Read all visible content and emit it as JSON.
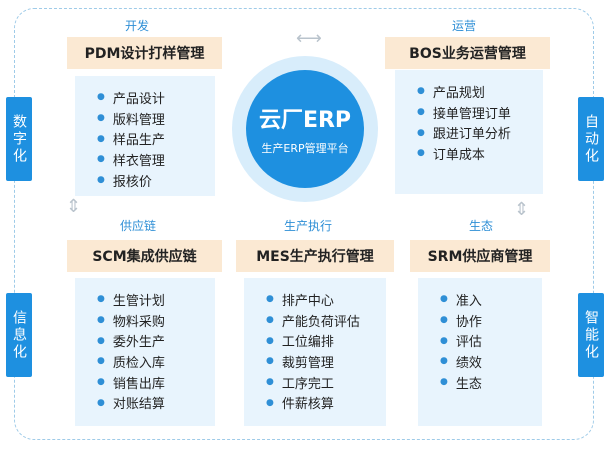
{
  "center": {
    "title": "云厂ERP",
    "subtitle": "生产ERP管理平台"
  },
  "side_labels": {
    "left_top": "数字化",
    "left_bottom": "信息化",
    "right_top": "自动化",
    "right_bottom": "智能化"
  },
  "modules": {
    "pdm": {
      "category": "开发",
      "title": "PDM设计打样管理",
      "items": [
        "产品设计",
        "版料管理",
        "样品生产",
        "样衣管理",
        "报核价"
      ]
    },
    "bos": {
      "category": "运营",
      "title": "BOS业务运营管理",
      "items": [
        "产品规划",
        "接单管理订单",
        "跟进订单分析",
        "订单成本"
      ]
    },
    "scm": {
      "category": "供应链",
      "title": "SCM集成供应链",
      "items": [
        "生管计划",
        "物料采购",
        "委外生产",
        "质检入库",
        "销售出库",
        "对账结算"
      ]
    },
    "mes": {
      "category": "生产执行",
      "title": "MES生产执行管理",
      "items": [
        "排产中心",
        "产能负荷评估",
        "工位编排",
        "裁剪管理",
        "工序完工",
        "件薪核算"
      ]
    },
    "srm": {
      "category": "生态",
      "title": "SRM供应商管理",
      "items": [
        "准入",
        "协作",
        "评估",
        "绩效",
        "生态"
      ]
    }
  }
}
